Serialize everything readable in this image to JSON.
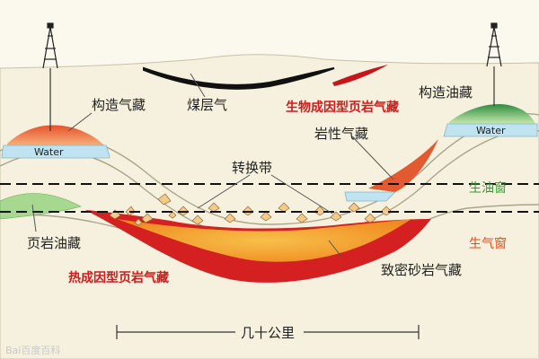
{
  "labels": {
    "structural_gas": "构造气藏",
    "coalbed_gas": "煤层气",
    "biogenic_shale_gas": "生物成因型页岩气藏",
    "structural_oil": "构造油藏",
    "lithologic_gas": "岩性气藏",
    "transition_zone": "转换带",
    "oil_window": "生油窗",
    "shale_oil": "页岩油藏",
    "gas_window": "生气窗",
    "thermogenic_shale_gas": "热成因型页岩气藏",
    "tight_sand_gas": "致密砂岩气藏",
    "water_left": "Water",
    "water_right": "Water",
    "scale": "几十公里"
  },
  "watermark": "Bai百度百科",
  "colors": {
    "background": "#fbf8ee",
    "red_label": "#d11a1a",
    "oil_window": "#2f9b2f",
    "gas_window": "#e34a1a",
    "gas_cap": "#e06b3a",
    "oil_cap": "#3a9b4a",
    "water": "#bfe3f0",
    "shale_red": "#d42020",
    "shale_orange": "#f5a020"
  }
}
